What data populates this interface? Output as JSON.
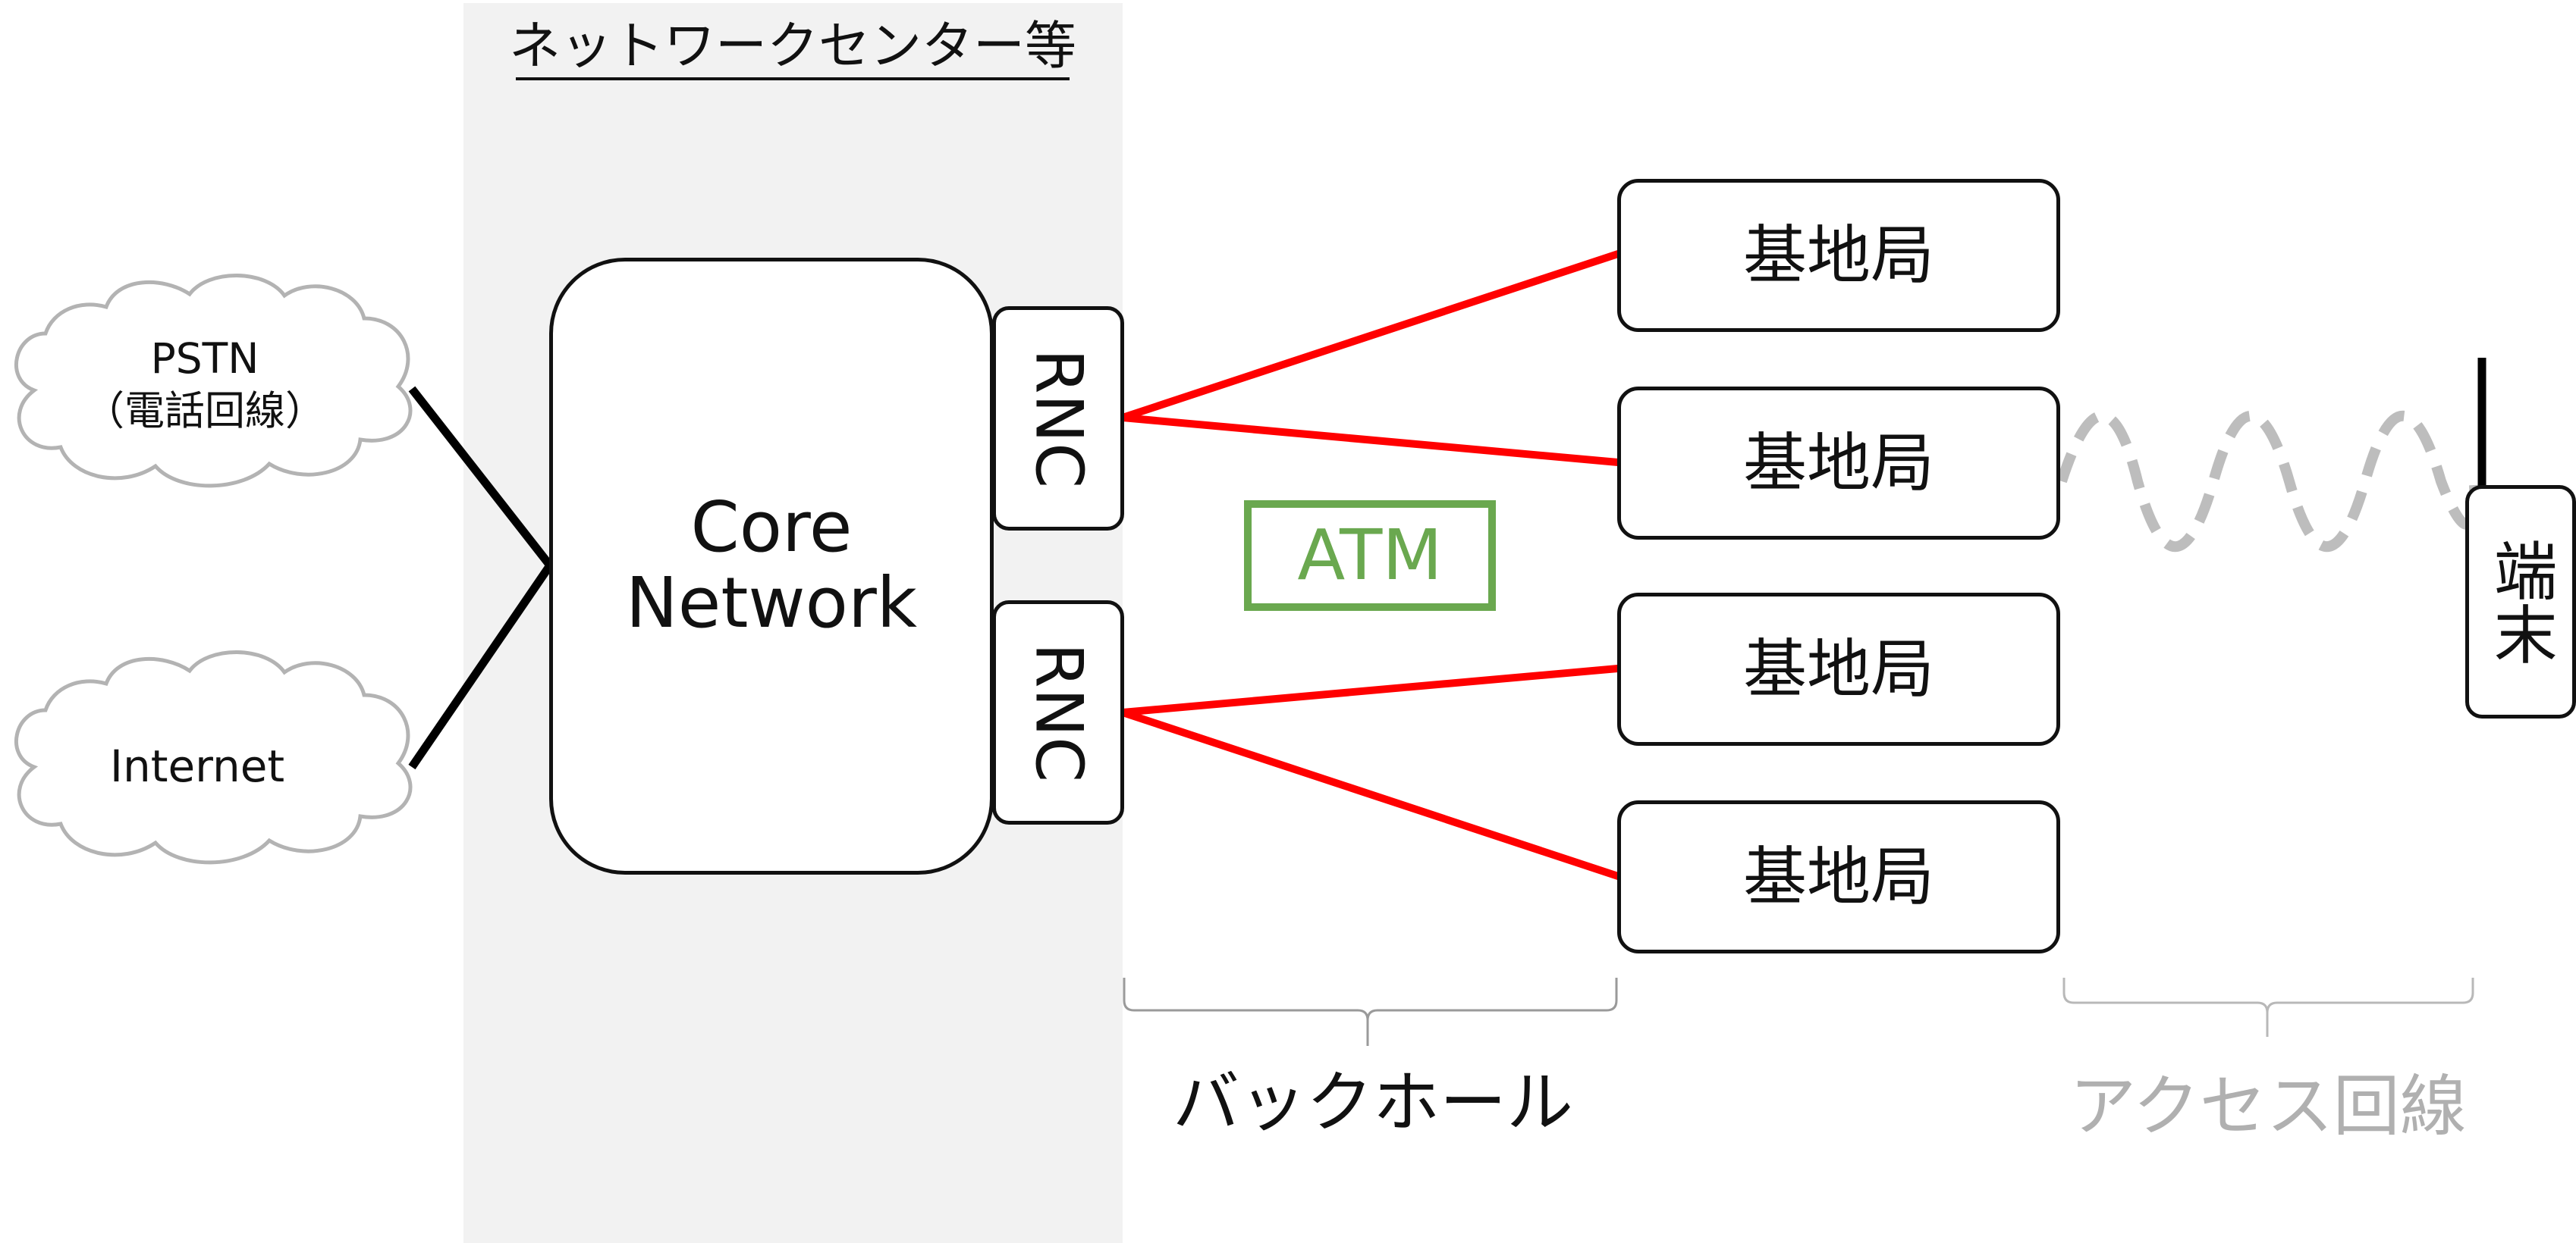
{
  "network_center": {
    "label": "ネットワークセンター等"
  },
  "clouds": {
    "pstn_line1": "PSTN",
    "pstn_line2": "（電話回線）",
    "internet": "Internet"
  },
  "core": {
    "line1": "Core",
    "line2": "Network"
  },
  "rnc": [
    {
      "label": "RNC"
    },
    {
      "label": "RNC"
    }
  ],
  "atm": {
    "label": "ATM"
  },
  "base_stations": [
    {
      "label": "基地局"
    },
    {
      "label": "基地局"
    },
    {
      "label": "基地局"
    },
    {
      "label": "基地局"
    }
  ],
  "terminal": {
    "label": "端末"
  },
  "brackets": {
    "backhaul": "バックホール",
    "access": "アクセス回線"
  },
  "colors": {
    "network_center_bg": "#f2f2f2",
    "backhaul_link": "#ff0000",
    "atm_green": "#6aa84f",
    "radio_gray": "#bdbdbd",
    "cloud_gray": "#b3b3b3",
    "access_label_gray": "#b0b0b0"
  }
}
